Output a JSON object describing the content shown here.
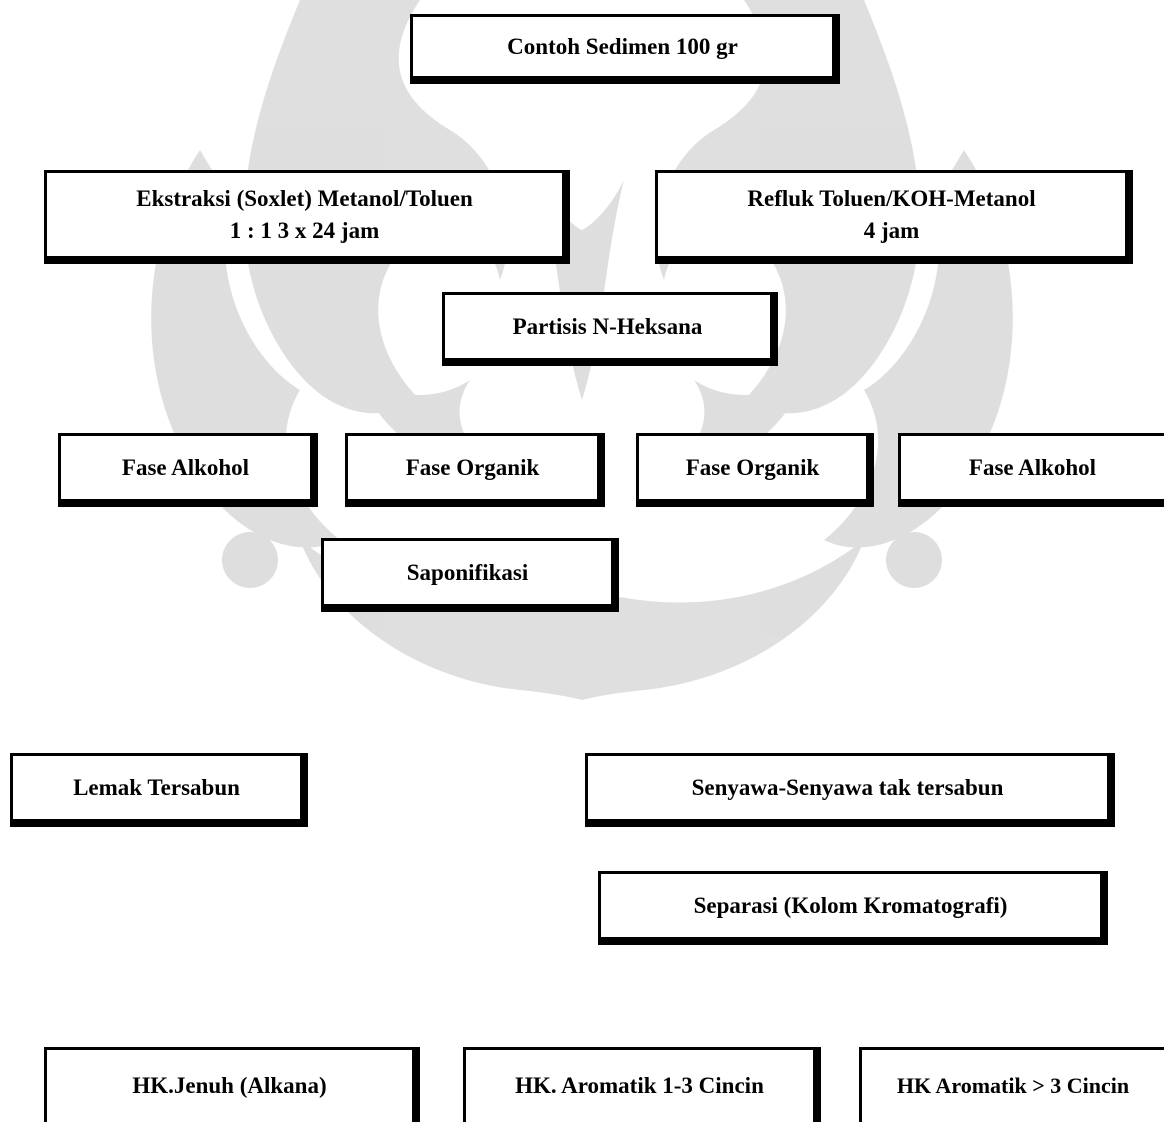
{
  "nodes": {
    "sample": {
      "label": "Contoh Sedimen 100 gr"
    },
    "extraction": {
      "line1": "Ekstraksi (Soxlet) Metanol/Toluen",
      "line2": "1 : 1 3 x 24 jam"
    },
    "reflux": {
      "line1": "Refluk Toluen/KOH-Metanol",
      "line2": "4 jam"
    },
    "partition": {
      "label": "Partisis N-Heksana"
    },
    "alcohol_phase_1": {
      "label": "Fase Alkohol"
    },
    "organic_phase_1": {
      "label": "Fase Organik"
    },
    "organic_phase_2": {
      "label": "Fase Organik"
    },
    "alcohol_phase_2": {
      "label": "Fase Alkohol"
    },
    "saponification": {
      "label": "Saponifikasi"
    },
    "saponified_fat": {
      "label": "Lemak Tersabun"
    },
    "unsaponified": {
      "label": "Senyawa-Senyawa tak tersabun"
    },
    "separation": {
      "label": "Separasi (Kolom Kromatografi)"
    },
    "saturated_hc": {
      "label": "HK.Jenuh (Alkana)"
    },
    "aromatic_1_3": {
      "label": "HK. Aromatik 1-3 Cincin"
    },
    "aromatic_gt3": {
      "label": "HK Aromatik > 3 Cincin"
    }
  },
  "colors": {
    "box_border": "#000000",
    "background": "#ffffff",
    "watermark": "#c8c8c8"
  }
}
